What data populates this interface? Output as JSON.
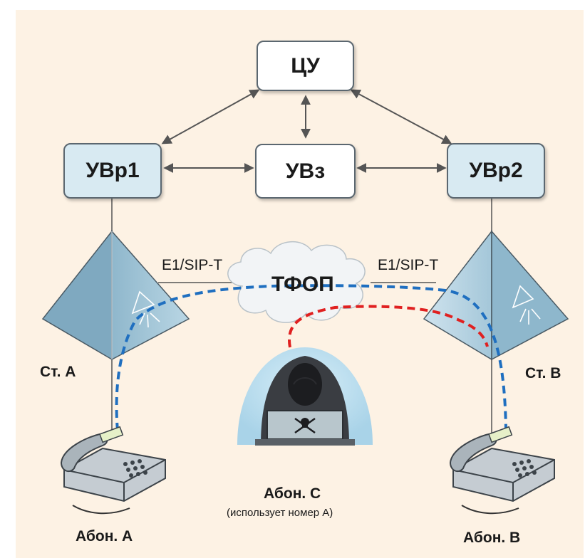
{
  "nodes": {
    "cu": "ЦУ",
    "uvz": "УВз",
    "uvr1": "УВр1",
    "uvr2": "УВр2"
  },
  "links": {
    "left_trunk": "E1/SIP-T",
    "right_trunk": "E1/SIP-T"
  },
  "network": {
    "cloud_label": "ТФОП"
  },
  "stations": {
    "a": "Ст. А",
    "b": "Ст. В"
  },
  "subscribers": {
    "a": "Абон. А",
    "b": "Абон. В",
    "c": "Абон. С",
    "c_note": "(использует номер А)"
  },
  "colors": {
    "background": "#fdf2e4",
    "node_blue": "#d8eaf2",
    "pyramid": "#9cc4d8",
    "legit_path": "#1f6fc0",
    "fraud_path": "#e02020",
    "cloud": "#f0f2f4"
  },
  "icons": {
    "attacker": "hooded-hacker-icon",
    "phone": "desk-phone-icon",
    "laptop_logo": "skull-crossbones-icon"
  }
}
